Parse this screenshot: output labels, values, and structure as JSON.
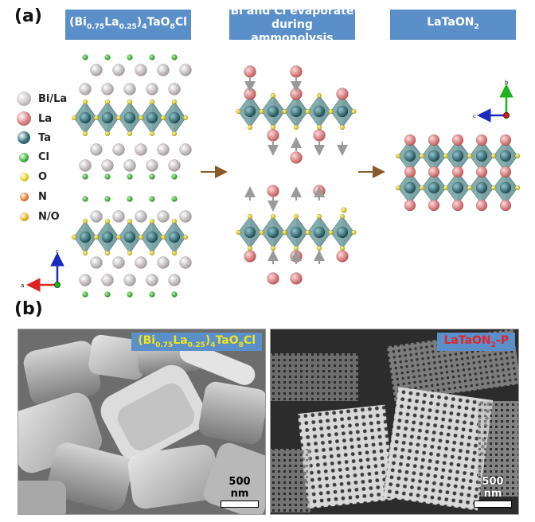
{
  "panel_a_label": "(a)",
  "panel_b_label": "(b)",
  "headers": {
    "left": {
      "pre": "(Bi",
      "s1": "0.75",
      "mid": "La",
      "s2": "0.25",
      "close": ")",
      "s3": "4",
      "post": "TaO",
      "s4": "8",
      "end": "Cl"
    },
    "middle_line1": "Bi and Cl evaporate",
    "middle_line2": "during ammonolysis",
    "right": {
      "pre": "LaTaON",
      "s1": "2"
    }
  },
  "legend": [
    {
      "label": "Bi/La",
      "color": "#c9c3c4",
      "size": 18
    },
    {
      "label": "La",
      "color": "#d9797a",
      "size": 18
    },
    {
      "label": "Ta",
      "color": "#2f6b73",
      "size": 16
    },
    {
      "label": "Cl",
      "color": "#3fb23a",
      "size": 12
    },
    {
      "label": "O",
      "color": "#e0d41c",
      "size": 11
    },
    {
      "label": "N",
      "color": "#e07d2a",
      "size": 11
    },
    {
      "label": "N/O",
      "color": "#e3b420",
      "size": 11
    }
  ],
  "axes": {
    "left": {
      "c": "c",
      "a": "a"
    },
    "right": {
      "b": "b",
      "c": "c"
    }
  },
  "sem_left": {
    "tag": {
      "pre": "(Bi",
      "s1": "0.75",
      "mid": "La",
      "s2": "0.25",
      "close": ")",
      "s3": "4",
      "post": "TaO",
      "s4": "8",
      "end": "Cl"
    },
    "tag_color": "#f2e31c",
    "scale": "500 nm"
  },
  "sem_right": {
    "tag": {
      "pre": "LaTaON",
      "s1": "2",
      "post": "-P"
    },
    "tag_color": "#e0262b",
    "scale": "500 nm"
  },
  "colors": {
    "header_bg": "#5b8fc9",
    "arrow": "#8a5a2a",
    "octahedron": "#6f9a9c"
  }
}
